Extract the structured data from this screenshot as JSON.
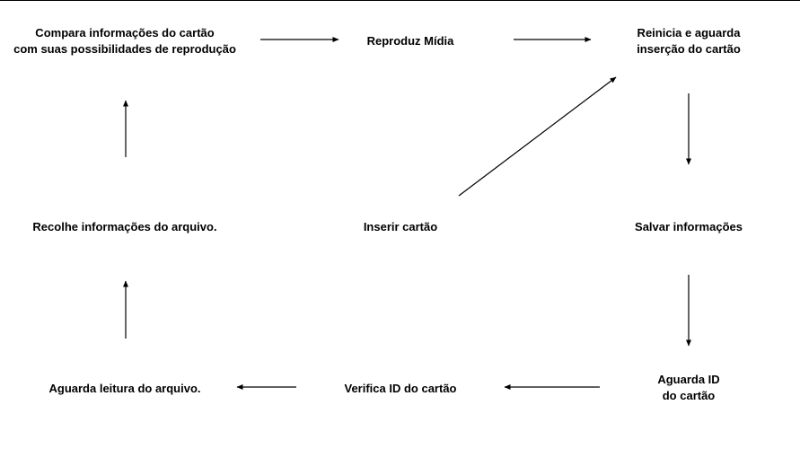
{
  "nodes": {
    "compara": {
      "line1": "Compara informações do cartão",
      "line2": "com suas possibilidades de reprodução"
    },
    "reproduz": {
      "label": "Reproduz Mídia"
    },
    "reinicia": {
      "line1": "Reinicia e aguarda",
      "line2": "inserção do cartão"
    },
    "recolhe": {
      "label": "Recolhe informações do arquivo."
    },
    "inserir": {
      "label": "Inserir cartão"
    },
    "salvar": {
      "label": "Salvar informações"
    },
    "aguarda_leitura": {
      "label": "Aguarda leitura do arquivo."
    },
    "verifica": {
      "label": "Verifica ID do cartão"
    },
    "aguarda_id": {
      "line1": "Aguarda ID",
      "line2": "do cartão"
    }
  },
  "colors": {
    "background": "#ffffff",
    "foreground": "#000000"
  }
}
